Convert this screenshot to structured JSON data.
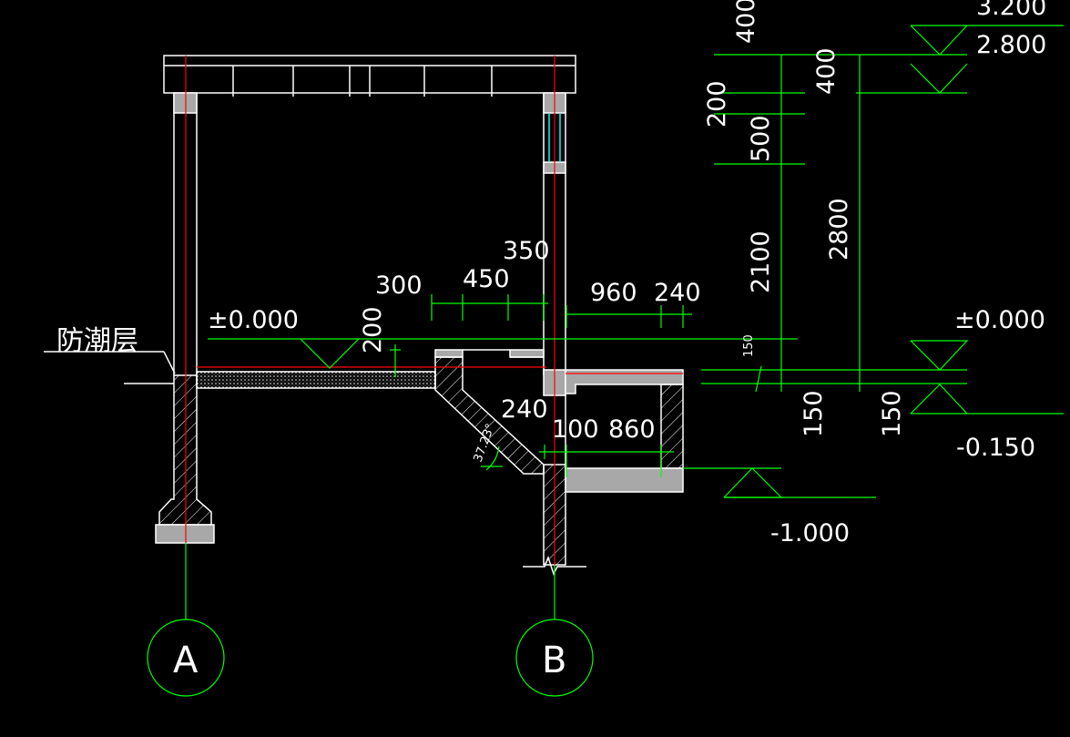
{
  "drawing": {
    "label_moisture_layer": "防潮层",
    "axis_a": "A",
    "axis_b": "B",
    "angle": "37.23°",
    "levels": {
      "lvl_3200": "3.200",
      "lvl_2800": "2.800",
      "lvl_000_right": "±0.000",
      "lvl_000_left": "±0.000",
      "lvl_m150": "-0.150",
      "lvl_m1000": "-1.000"
    },
    "dims": {
      "d400_top": "400",
      "d200_left": "200",
      "d500": "500",
      "d2100": "2100",
      "d400_right": "400",
      "d2800": "2800",
      "d150_small": "150",
      "d150_a": "150",
      "d150_b": "150",
      "d200_floor": "200",
      "d300": "300",
      "d450": "450",
      "d350": "350",
      "d960": "960",
      "d240_top": "240",
      "d240_slope": "240",
      "d100": "100",
      "d860": "860"
    },
    "colors": {
      "background": "#000000",
      "line_white": "#ffffff",
      "dim_green": "#00ff00",
      "axis_red": "#ff0000",
      "fill_gray": "#a8a8a8",
      "cyan": "#00ffff"
    }
  }
}
